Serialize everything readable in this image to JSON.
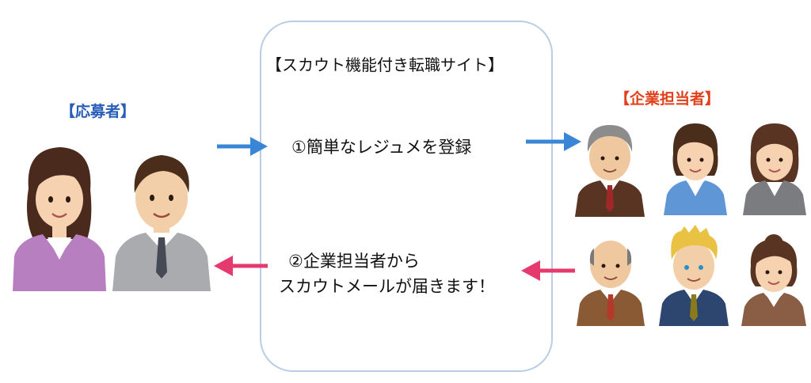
{
  "applicant": {
    "label": "【応募者】",
    "color": "#2a5db8"
  },
  "site": {
    "title": "【スカウト機能付き転職サイト】"
  },
  "company": {
    "label": "【企業担当者】",
    "color": "#e0401b"
  },
  "steps": {
    "step1": "①簡単なレジュメを登録",
    "step2_line1": "②企業担当者から",
    "step2_line2": "スカウトメールが届きます！"
  },
  "colors": {
    "arrow_right": "#3a86d6",
    "arrow_left": "#e53a6e",
    "box_border": "#b9cde4"
  },
  "people": {
    "applicants": [
      "woman-purple-suit",
      "man-gray-suit"
    ],
    "companies": [
      "gray-haired-man-brown-suit",
      "woman-blue-shirt",
      "woman-gray-suit",
      "bald-man-brown-suit",
      "blond-man-navy-suit",
      "woman-brown-suit"
    ]
  }
}
